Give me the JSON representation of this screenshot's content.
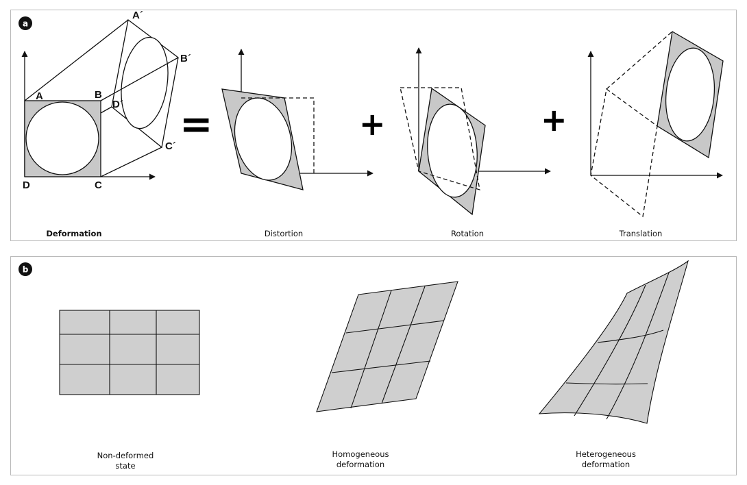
{
  "panel_a": {
    "badge": "a",
    "labels": {
      "deformation": "Deformation",
      "distortion": "Distortion",
      "rotation": "Rotation",
      "translation": "Translation"
    },
    "points": {
      "A": "A",
      "B": "B",
      "C": "C",
      "D": "D",
      "A_prime": "A´",
      "B_prime": "B´",
      "C_prime": "C´",
      "D_prime": "D´"
    },
    "equals": "=",
    "plus": "+"
  },
  "panel_b": {
    "badge": "b",
    "captions": {
      "non_deformed": [
        "Non-deformed",
        "state"
      ],
      "homogeneous": [
        "Homogeneous",
        "deformation"
      ],
      "heterogeneous": [
        "Heterogeneous",
        "deformation"
      ]
    }
  },
  "colors": {
    "fill_gray": "#c8c8c8",
    "line": "#111111",
    "border": "#b9b9b9"
  }
}
